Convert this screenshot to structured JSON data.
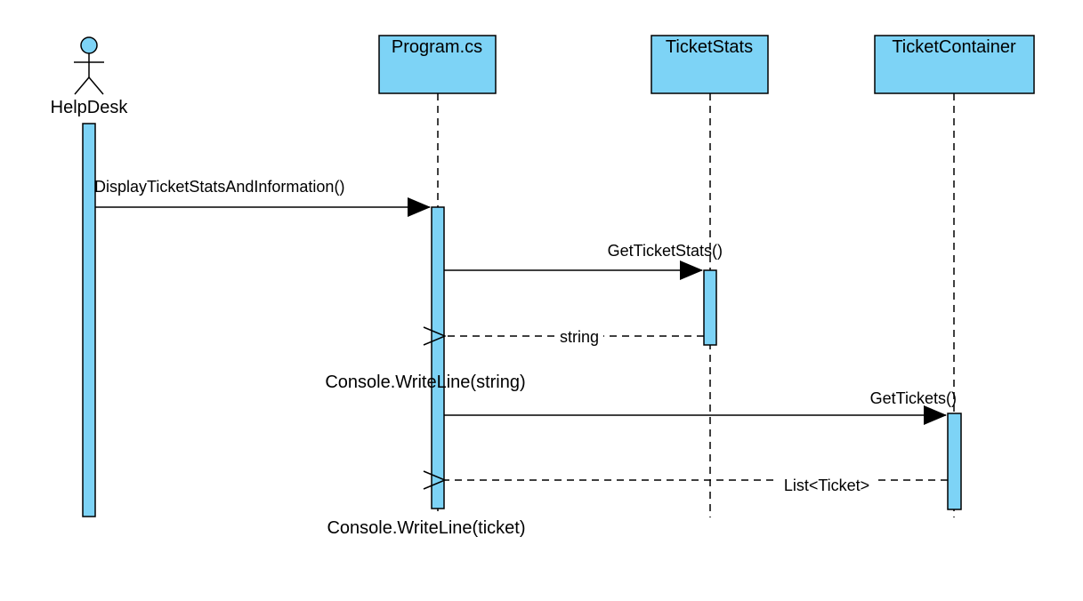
{
  "actor": {
    "label": "HelpDesk",
    "icon": "stick-figure-actor-icon"
  },
  "participants": [
    {
      "label": "Program.cs"
    },
    {
      "label": "TicketStats"
    },
    {
      "label": "TicketContainer"
    }
  ],
  "messages": [
    {
      "label": "DisplayTicketStatsAndInformation()",
      "from": "HelpDesk",
      "to": "Program.cs",
      "kind": "call"
    },
    {
      "label": "GetTicketStats()",
      "from": "Program.cs",
      "to": "TicketStats",
      "kind": "call"
    },
    {
      "label": "string",
      "from": "TicketStats",
      "to": "Program.cs",
      "kind": "return"
    },
    {
      "label": "GetTickets()",
      "from": "Program.cs",
      "to": "TicketContainer",
      "kind": "call"
    },
    {
      "label": "List<Ticket>",
      "from": "TicketContainer",
      "to": "Program.cs",
      "kind": "return"
    }
  ],
  "notes": [
    {
      "label": "Console.WriteLine(string)"
    },
    {
      "label": "Console.WriteLine(ticket)"
    }
  ],
  "colors": {
    "fill": "#7dd3f6",
    "stroke": "#000000",
    "background": "#ffffff"
  }
}
